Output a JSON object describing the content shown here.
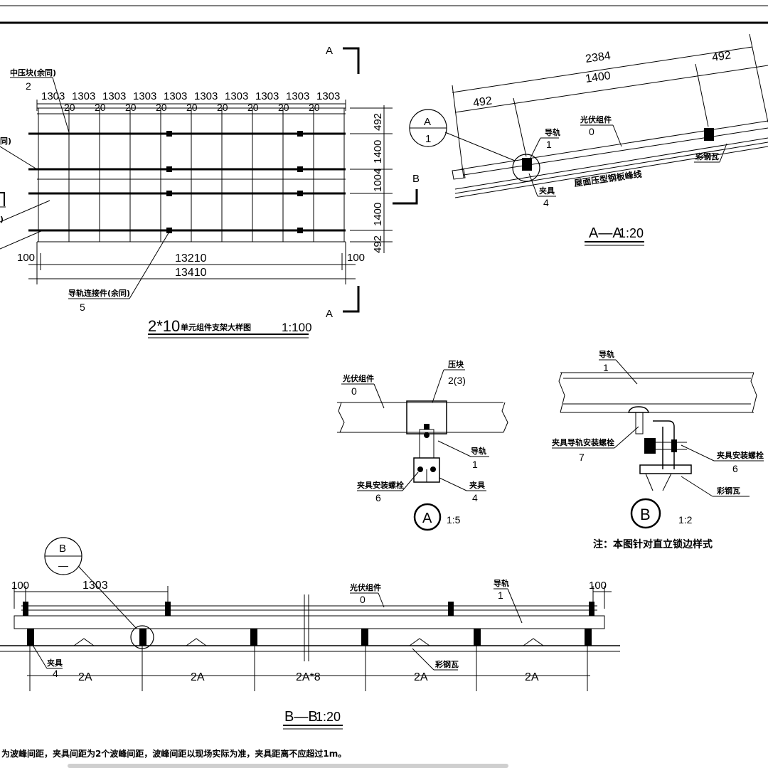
{
  "plan": {
    "title": "2*10",
    "title_cn": "单元组件支架大样图",
    "scale": "1:100",
    "panel_width": "1303",
    "gap": "20",
    "row_dims": [
      "492",
      "1400",
      "1004",
      "1400",
      "492"
    ],
    "inner_length": "13210",
    "total_length": "13410",
    "edge_left": "100",
    "edge_right": "100",
    "label_middle_clamp": "中压块(余同)",
    "label_middle_clamp_no": "2",
    "label_rail_connector": "导轨连接件(余同)",
    "label_rail_connector_no": "5",
    "label_cut_left": "同)",
    "label_cut_left2": ")",
    "section_a": "A",
    "section_b": "B"
  },
  "sectionAA": {
    "title": "A—A",
    "scale": "1:20",
    "dim_total": "2384",
    "dim_middle": "1400",
    "dim_left": "492",
    "dim_right": "492",
    "module_label": "光伏组件",
    "module_no": "0",
    "rail_label": "导轨",
    "rail_no": "1",
    "clamp_label": "夹具",
    "clamp_no": "4",
    "ridge_label": "屋面压型钢板峰线",
    "roof_label": "彩钢瓦",
    "callout_letter": "A",
    "callout_no": "1"
  },
  "detailA": {
    "letter": "A",
    "scale": "1:5",
    "module_label": "光伏组件",
    "module_no": "0",
    "block_label": "压块",
    "block_no": "2(3)",
    "rail_label": "导轨",
    "rail_no": "1",
    "bolt_label": "夹具安装螺栓",
    "bolt_no": "6",
    "clamp_label": "夹具",
    "clamp_no": "4"
  },
  "detailB": {
    "letter": "B",
    "scale": "1:2",
    "rail_label": "导轨",
    "rail_no": "1",
    "rail_bolt_label": "夹具导轨安装螺栓",
    "rail_bolt_no": "7",
    "clamp_bolt_label": "夹具安装螺栓",
    "clamp_bolt_no": "6",
    "roof_label": "彩钢瓦",
    "note": "注：本图针对直立锁边样式"
  },
  "sectionBB": {
    "title": "B—B",
    "scale": "1:20",
    "edge_left": "100",
    "edge_right": "100",
    "panel_width": "1303",
    "module_label": "光伏组件",
    "module_no": "0",
    "rail_label": "导轨",
    "rail_no": "1",
    "clamp_label": "夹具",
    "clamp_no": "4",
    "roof_label": "彩钢瓦",
    "spacing": [
      "2A",
      "2A",
      "2A*8",
      "2A",
      "2A"
    ],
    "callout_letter": "B",
    "callout_no": "—"
  },
  "footer_note": "为波峰间距，夹具间距为2个波峰间距，波峰间距以现场实际为准，夹具距离不应超过1m。"
}
